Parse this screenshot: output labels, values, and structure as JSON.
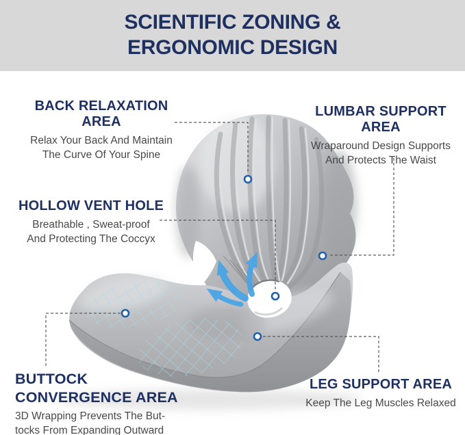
{
  "header": {
    "title_line1": "SCIENTIFIC ZONING &",
    "title_line2": "ERGONOMIC DESIGN"
  },
  "callouts": {
    "back": {
      "title": "BACK RELAXATION AREA",
      "line1": "Relax Your Back And Maintain",
      "line2": "The Curve Of Your Spine"
    },
    "lumbar": {
      "title": "LUMBAR SUPPORT AREA",
      "line1": "Wraparound Design Supports",
      "line2": "And Protects The Waist"
    },
    "hollow": {
      "title": "HOLLOW VENT HOLE",
      "line1": "Breathable , Sweat-proof",
      "line2": "And Protecting The Coccyx"
    },
    "buttock": {
      "title_line1": "BUTTOCK",
      "title_line2": "CONVERGENCE AREA",
      "line1": "3D Wrapping Prevents The But-",
      "line2": "tocks From Expanding Outward"
    },
    "leg": {
      "title": "LEG SUPPORT AREA",
      "line1": "Keep The Leg Muscles Relaxed"
    }
  },
  "icons": {
    "callout_dot": "ring-dot",
    "airflow_arrow": "curved-arrow-up",
    "mesh": "grid-mesh"
  },
  "colors": {
    "header_bg": "#d8d8d8",
    "accent_navy": "#1e3060",
    "body_text": "#484848",
    "arrow_blue": "#4aa5e5",
    "mesh_blue": "#a9d9ec",
    "dot_ring": "#2060a8",
    "leader_gray": "#5a5a5a",
    "cushion_gray": "#b6b7ba"
  }
}
